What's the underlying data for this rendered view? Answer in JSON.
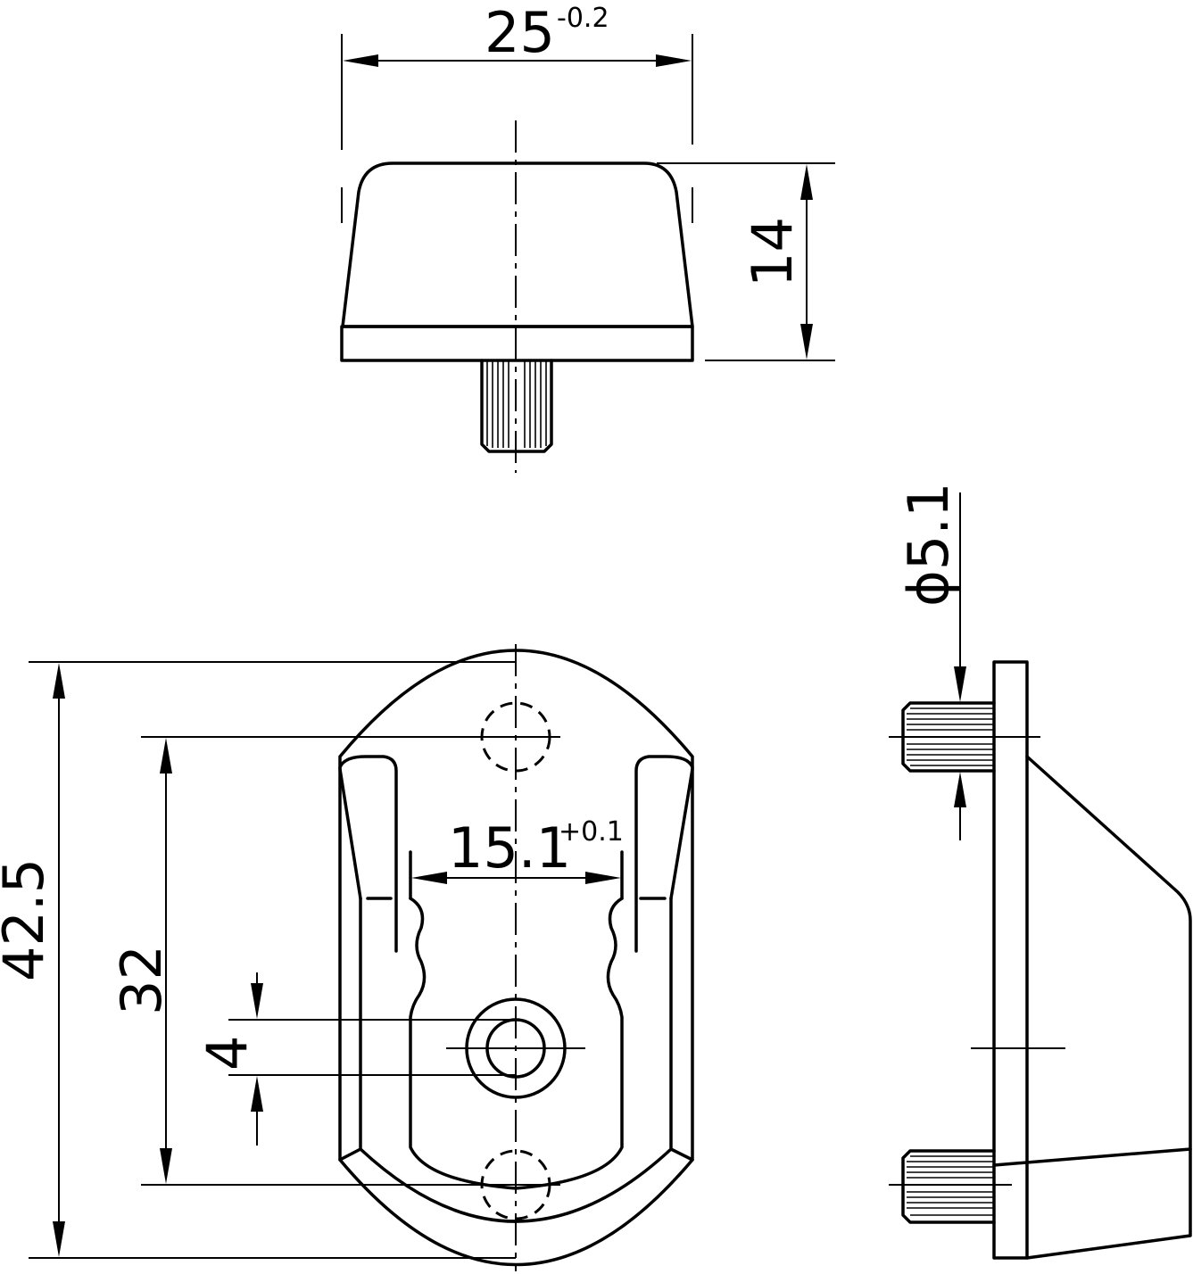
{
  "dimensions": {
    "top_width": {
      "value": "25",
      "tolerance": "-0.2"
    },
    "top_height": {
      "value": "14"
    },
    "front_height": {
      "value": "42.5"
    },
    "hole_spacing": {
      "value": "32"
    },
    "slot_width": {
      "value": "15.1",
      "tolerance": "+0.1"
    },
    "hole_offset": {
      "value": "4"
    },
    "pin_diameter": {
      "value": "ϕ5.1"
    }
  }
}
